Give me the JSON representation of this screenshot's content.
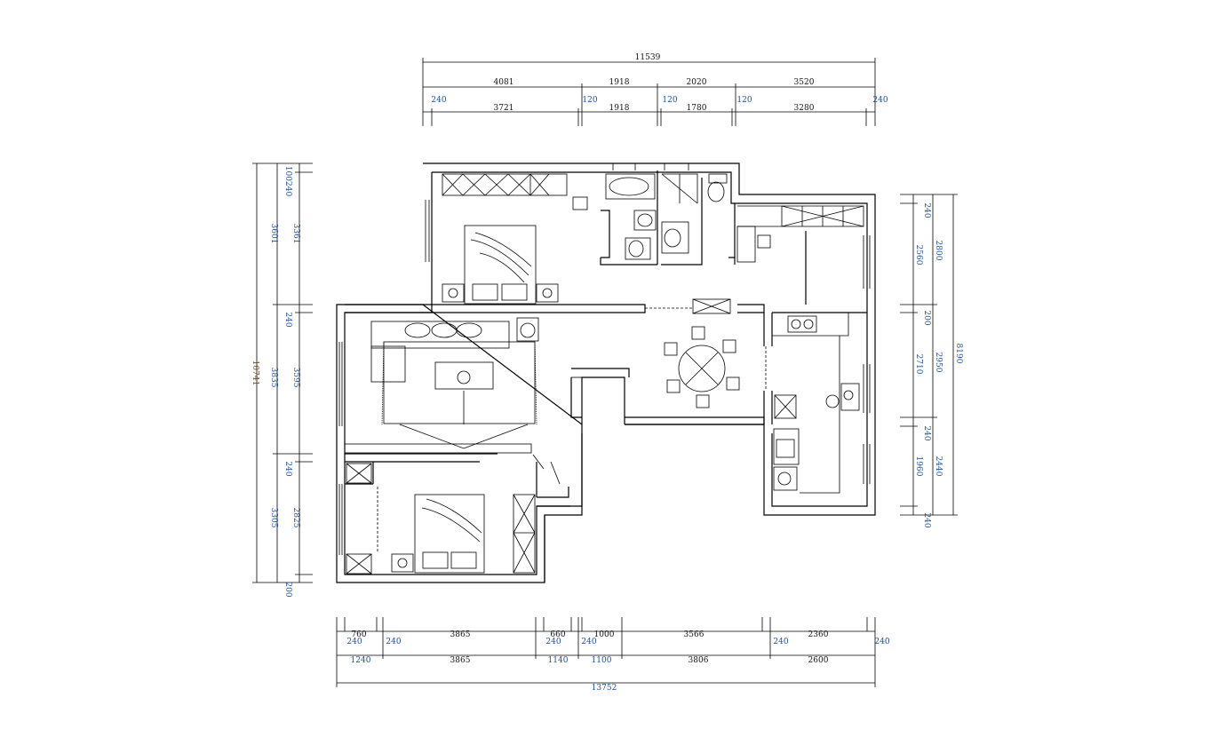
{
  "drawing": "floor-plan",
  "dimensions": {
    "top": {
      "overall": "11539",
      "row2": [
        "4081",
        "1918",
        "2020",
        "3520"
      ],
      "row3": [
        "3721",
        "1918",
        "1780",
        "3280"
      ],
      "walls": [
        "240",
        "120",
        "120",
        "120",
        "240"
      ]
    },
    "left": {
      "overall": "10741",
      "outer": [
        "3601",
        "3835",
        "3305"
      ],
      "inner": [
        "3361",
        "3595",
        "2825"
      ],
      "walls": [
        "100240",
        "240",
        "240",
        "200"
      ]
    },
    "right": {
      "overall": "8190",
      "outer": [
        "2800",
        "2950",
        "2440"
      ],
      "inner": [
        "2560",
        "2710",
        "1960"
      ],
      "walls": [
        "240",
        "200",
        "240",
        "240"
      ]
    },
    "bottom": {
      "overall": "13752",
      "row1": [
        "760",
        "3865",
        "660",
        "1000",
        "3566",
        "2360"
      ],
      "row1_walls": [
        "240",
        "240",
        "240",
        "240",
        "240",
        "240"
      ],
      "row2": [
        "1240",
        "3865",
        "1140",
        "1100",
        "3806",
        "2600"
      ]
    }
  },
  "colors": {
    "line": "#000000",
    "dim_blue": "#1a4f9a",
    "dim_brown": "#7a4a10"
  }
}
